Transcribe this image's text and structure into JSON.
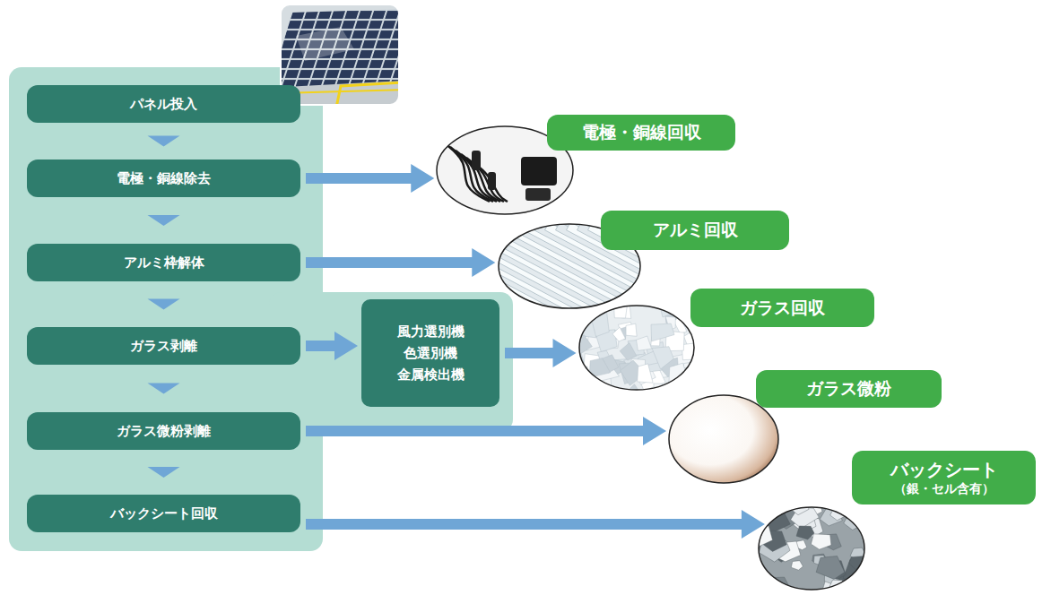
{
  "diagram": {
    "nodes": [
      {
        "text": [
          "パネル投入"
        ]
      },
      {
        "text": [
          "電極・銅線除去"
        ]
      },
      {
        "text": [
          "アルミ枠解体"
        ]
      },
      {
        "text": [
          "ガラス剥離"
        ]
      },
      {
        "text": [
          "ガラス微粉剥離"
        ]
      },
      {
        "text": [
          "バックシート回収"
        ]
      },
      {
        "text": [
          "風力選別機",
          "色選別機",
          "金属検出機"
        ]
      },
      {
        "text": [
          "電極・銅線回収"
        ]
      },
      {
        "text": [
          "アルミ回収"
        ]
      },
      {
        "text": [
          "ガラス回収"
        ]
      },
      {
        "text": [
          "ガラス微粉"
        ]
      },
      {
        "text": [
          "バックシート",
          "（銀・セル含有）"
        ]
      }
    ],
    "edges": [
      {
        "from": 0,
        "to": 1,
        "arrow": "to"
      },
      {
        "from": 1,
        "to": 2,
        "arrow": "to"
      },
      {
        "from": 2,
        "to": 3,
        "arrow": "to"
      },
      {
        "from": 3,
        "to": 4,
        "arrow": "to"
      },
      {
        "from": 4,
        "to": 5,
        "arrow": "to"
      },
      {
        "from": 1,
        "to": 7,
        "arrow": "to"
      },
      {
        "from": 2,
        "to": 8,
        "arrow": "to"
      },
      {
        "from": 3,
        "to": 6,
        "arrow": "to"
      },
      {
        "from": 6,
        "to": 9,
        "arrow": "to"
      },
      {
        "from": 4,
        "to": 10,
        "arrow": "to"
      },
      {
        "from": 5,
        "to": 11,
        "arrow": "to"
      }
    ]
  }
}
